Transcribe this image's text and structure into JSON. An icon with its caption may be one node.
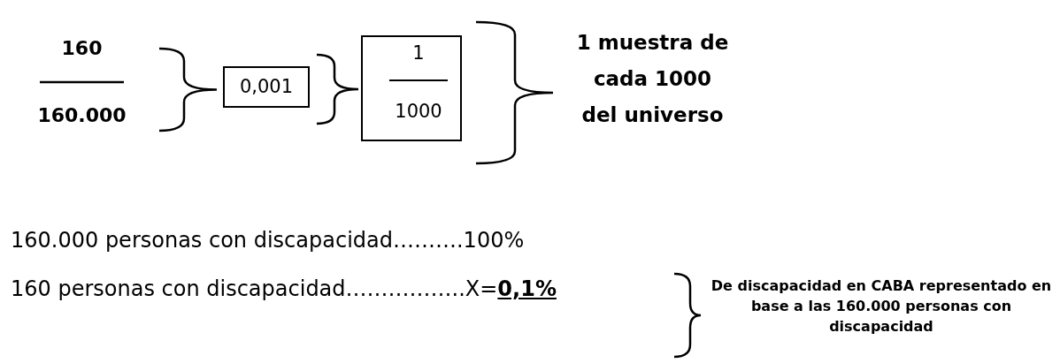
{
  "diagram": {
    "nodes": [
      {
        "text": [
          "0,001"
        ]
      },
      {
        "text": [
          "1",
          "1000"
        ]
      }
    ],
    "edges": [],
    "labels": [
      "160",
      "160.000",
      "1 muestra de cada 1000 del universo",
      "160.000 personas con discapacidad……….100%",
      "160 personas con discapacidad……………..X=**0,1%**",
      "De discapacidad en CABA representado en base a las 160.000 personas con discapacidad"
    ]
  }
}
